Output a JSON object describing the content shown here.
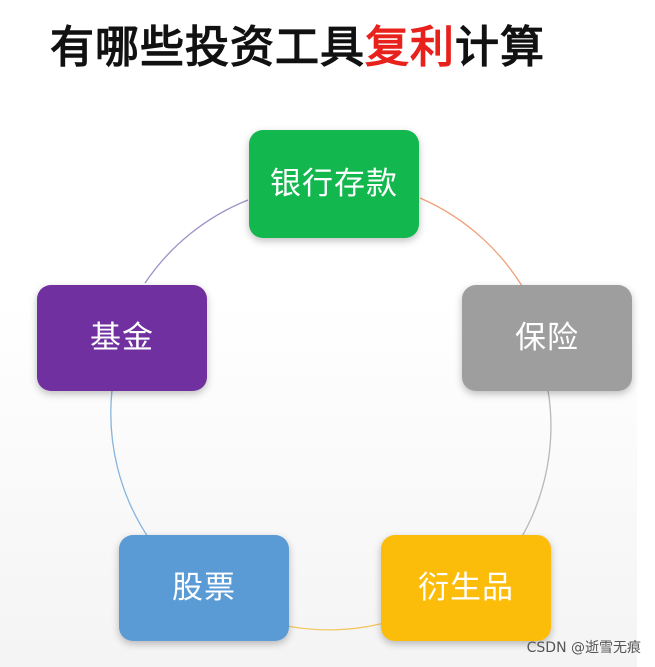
{
  "title": {
    "segments": [
      {
        "text": "有哪些投资工具",
        "color": "#111111"
      },
      {
        "text": "复利",
        "color": "#e8211d"
      },
      {
        "text": "计算",
        "color": "#111111"
      }
    ]
  },
  "diagram": {
    "ring_colors": [
      "#f0a07a",
      "#b8b8b8",
      "#f2c862",
      "#86b4dd",
      "#a090c8"
    ],
    "nodes": [
      {
        "id": "bank-deposit",
        "label": "银行存款",
        "color": "#12b84e"
      },
      {
        "id": "insurance",
        "label": "保险",
        "color": "#9e9e9e"
      },
      {
        "id": "derivatives",
        "label": "衍生品",
        "color": "#fcbc0a"
      },
      {
        "id": "stocks",
        "label": "股票",
        "color": "#5b9bd5"
      },
      {
        "id": "funds",
        "label": "基金",
        "color": "#7030a0"
      }
    ]
  },
  "watermark": "CSDN @逝雪无痕"
}
